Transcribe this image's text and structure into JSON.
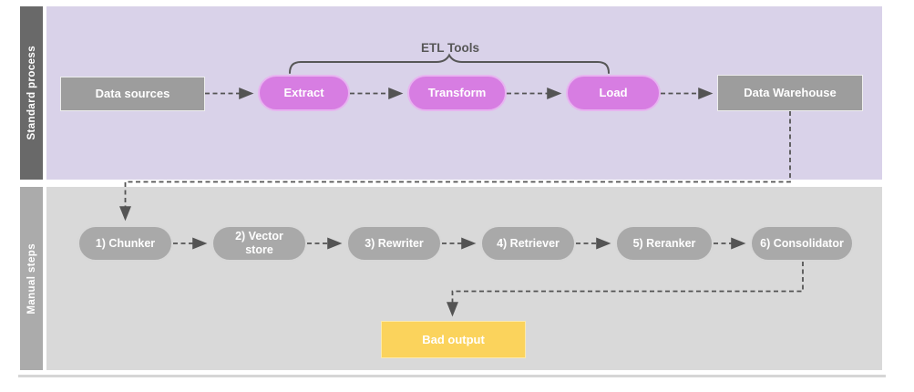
{
  "palette": {
    "lane1_bg": "#d9d2e9",
    "lane2_bg": "#d9d9d9",
    "lane1_sidebar": "#696969",
    "lane2_sidebar": "#ababab",
    "purple_node": "#d77de2",
    "purple_node_border": "#e7b4f0",
    "gray_box": "#9d9d9d",
    "gray_pill": "#a9a9a9",
    "yellow_box": "#fbd35c",
    "connector": "#545454",
    "annotation_text": "#575757"
  },
  "lanes": {
    "standard": {
      "label": "Standard process"
    },
    "manual": {
      "label": "Manual steps"
    }
  },
  "annotation": {
    "etl_tools_label": "ETL Tools"
  },
  "standard_process": {
    "data_sources": "Data sources",
    "extract": "Extract",
    "transform": "Transform",
    "load": "Load",
    "data_warehouse": "Data Warehouse"
  },
  "manual_steps": {
    "chunker": "1) Chunker",
    "vector_store": "2) Vector store",
    "rewriter": "3) Rewriter",
    "retriever": "4) Retriever",
    "reranker": "5) Reranker",
    "consolidator": "6) Consolidator",
    "bad_output": "Bad output"
  }
}
